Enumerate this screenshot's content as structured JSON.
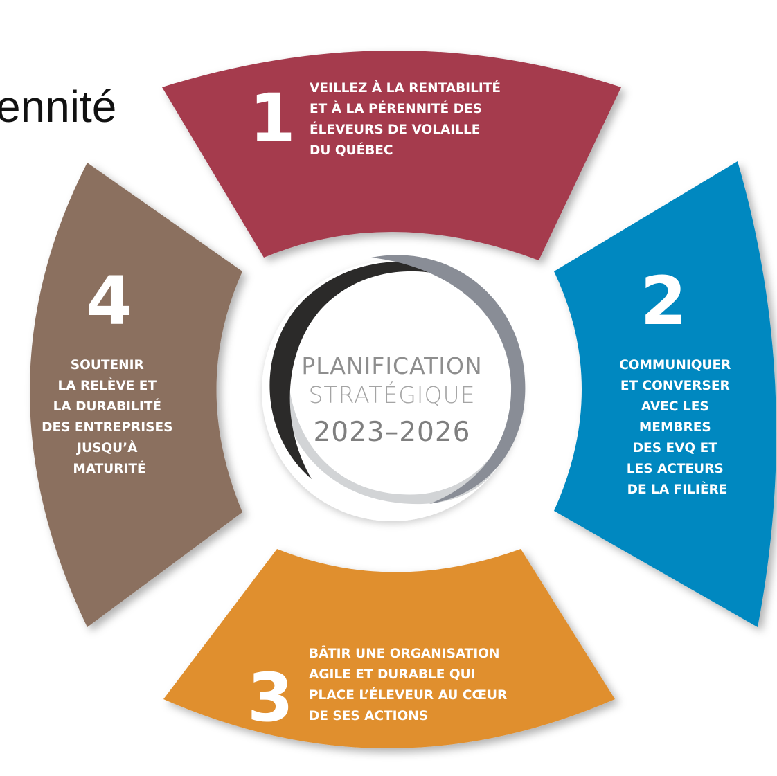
{
  "partial_heading": "ennité",
  "center": {
    "line1": "PLANIFICATION",
    "line2": "STRATÉGIQUE",
    "line3": "2023–2026"
  },
  "colors": {
    "segment_1": "#a53a4d",
    "segment_2": "#0188c0",
    "segment_3": "#e08f2f",
    "segment_4": "#8b6f5e",
    "arc_dark": "#2b2a29",
    "arc_gray": "#898d96",
    "arc_light": "#d2d4d6",
    "center_text_1": "#8e8e8e",
    "center_text_2": "#a4a4a4",
    "center_text_3": "#7f7f7f"
  },
  "segments": [
    {
      "number": "1",
      "lines": [
        "VEILLEZ À LA RENTABILITÉ",
        "ET À LA PÉRENNITÉ DES",
        "ÉLEVEURS DE VOLAILLE",
        "DU QUÉBEC"
      ]
    },
    {
      "number": "2",
      "lines": [
        "COMMUNIQUER",
        "ET CONVERSER",
        "AVEC LES",
        "MEMBRES",
        "DES EVQ ET",
        "LES ACTEURS",
        "DE LA FILIÈRE"
      ]
    },
    {
      "number": "3",
      "lines": [
        "BÂTIR UNE ORGANISATION",
        "AGILE ET DURABLE QUI",
        "PLACE L’ÉLEVEUR AU CŒUR",
        "DE SES ACTIONS"
      ]
    },
    {
      "number": "4",
      "lines": [
        "SOUTENIR",
        "LA RELÈVE ET",
        "LA DURABILITÉ",
        "DES ENTREPRISES",
        "JUSQU’À",
        "MATURITÉ"
      ]
    }
  ]
}
